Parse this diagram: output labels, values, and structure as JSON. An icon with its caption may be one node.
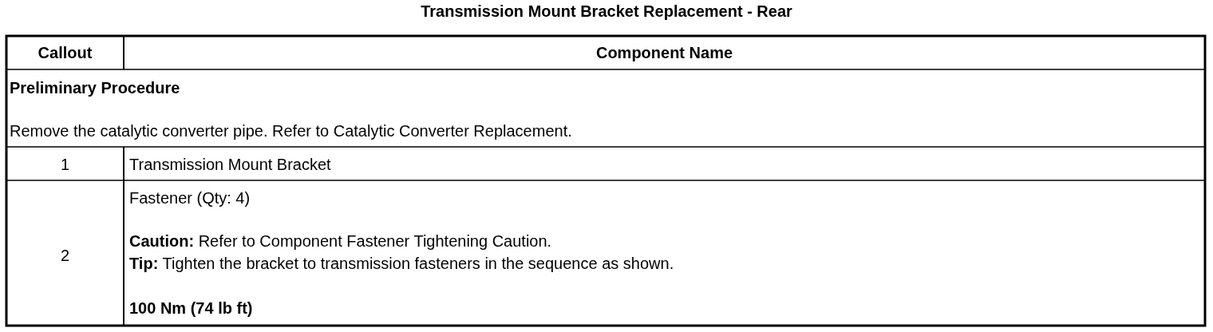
{
  "diagram": {
    "title": "Transmission Mount Bracket Replacement - Rear",
    "labels": [
      "Callout",
      "Component Name",
      "Preliminary Procedure",
      "Remove the catalytic converter pipe. Refer to Catalytic Converter Replacement.",
      "1",
      "Transmission Mount Bracket",
      "2",
      "Fastener (Qty: 4)",
      "**Caution:** Refer to Component Fastener Tightening Caution.",
      "**Tip:** Tighten the bracket to transmission fasteners in the sequence as shown.",
      "100 Nm (74 lb ft)"
    ]
  }
}
